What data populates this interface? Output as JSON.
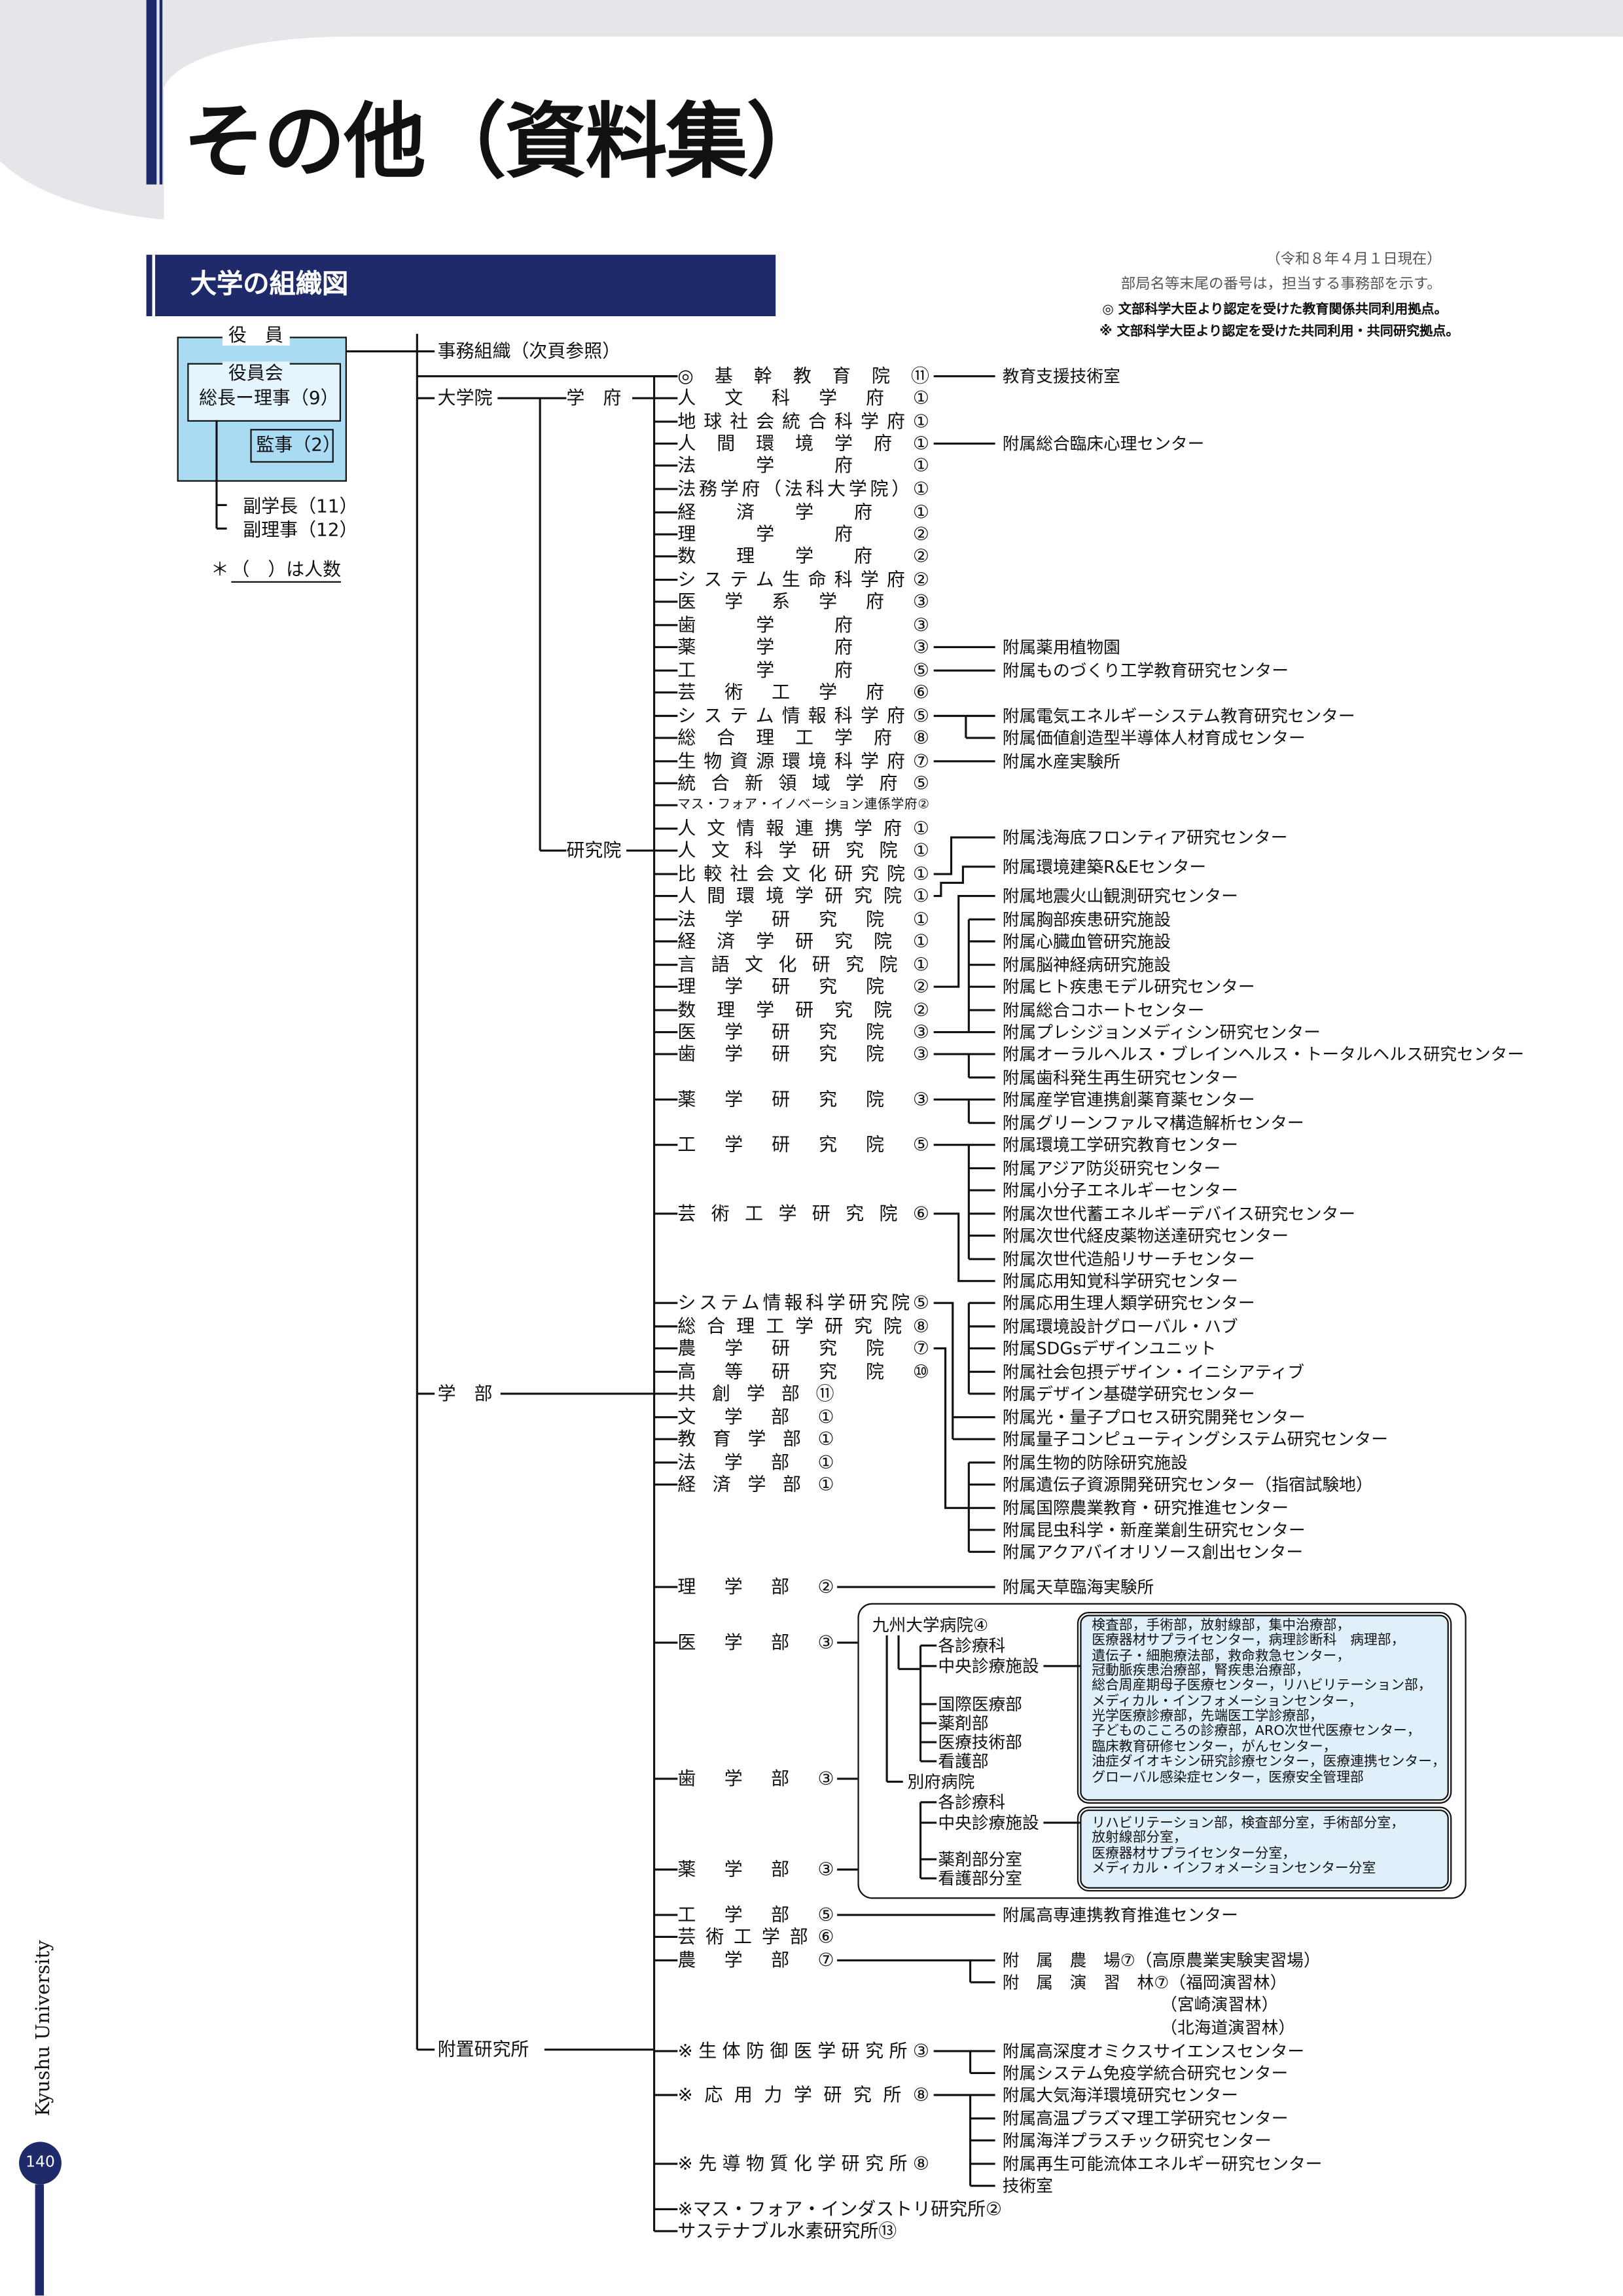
{
  "header": {
    "title": "その他（資料集）",
    "section_title": "大学の組織図",
    "side_label": "Kyushu University",
    "page_number": "140"
  },
  "notes": [
    "（令和８年４月１日現在）",
    "部局名等末尾の番号は，担当する事務部を示す。",
    "◎ 文部科学大臣より認定を受けた教育関係共同利用拠点。",
    "※ 文部科学大臣より認定を受けた共同利用・共同研究拠点。"
  ],
  "officers": {
    "label": "役　員",
    "board": "役員会",
    "president": "総長ー理事（9）",
    "auditor": "監事（2）",
    "vice_presidents": "副学長（11）",
    "vice_directors": "副理事（12）",
    "footnote_star": "＊",
    "footnote": "（　）は人数"
  },
  "branches": {
    "office_org": "事務組織（次頁参照）",
    "graduate": "大学院",
    "gakufu": "学　府",
    "kenkyuin": "研究院",
    "gakubu": "学　部",
    "institutes": "附置研究所"
  },
  "gakufu_items": [
    "◎基幹教育院⑪",
    "人文科学府①",
    "地球社会統合科学府①",
    "人間環境学府①",
    "法学府①",
    "法務学府（法科大学院）①",
    "経済学府①",
    "理学府②",
    "数理学府②",
    "システム生命科学府②",
    "医学系学府③",
    "歯学府③",
    "薬学府③",
    "工学府⑤",
    "芸術工学府⑥",
    "システム情報科学府⑤",
    "総合理工学府⑧",
    "生物資源環境科学府⑦",
    "統合新領域学府⑤",
    "マス・フォア・イノベーション連係学府②",
    "人文情報連携学府①"
  ],
  "kenkyuin_items": [
    "人文科学研究院①",
    "比較社会文化研究院①",
    "人間環境学研究院①",
    "法学研究院①",
    "経済学研究院①",
    "言語文化研究院①",
    "理学研究院②",
    "数理学研究院②",
    "医学研究院③",
    "歯学研究院③",
    "薬学研究院③",
    "工学研究院⑤",
    "芸術工学研究院⑥",
    "システム情報科学研究院⑤",
    "総合理工学研究院⑧",
    "農学研究院⑦",
    "高等研究院⑩"
  ],
  "gakubu_items": [
    "共創学部⑪",
    "文学部①",
    "教育学部①",
    "法学部①",
    "経済学部①",
    "理学部②",
    "医学部③",
    "歯学部③",
    "薬学部③",
    "工学部⑤",
    "芸術工学部⑥",
    "農学部⑦"
  ],
  "institute_items": [
    "※生体防御医学研究所③",
    "※応用力学研究所⑧",
    "※先導物質化学研究所⑧",
    "※マス・フォア・インダストリ研究所②",
    "サステナブル水素研究所⑬"
  ],
  "centers": [
    "教育支援技術室",
    "附属総合臨床心理センター",
    "附属薬用植物園",
    "附属ものづくり工学教育研究センター",
    "附属電気エネルギーシステム教育研究センター",
    "附属価値創造型半導体人材育成センター",
    "附属水産実験所",
    "附属浅海底フロンティア研究センター",
    "附属環境建築R&Eセンター",
    "附属地震火山観測研究センター",
    "附属胸部疾患研究施設",
    "附属心臓血管研究施設",
    "附属脳神経病研究施設",
    "附属ヒト疾患モデル研究センター",
    "附属総合コホートセンター",
    "附属プレシジョンメディシン研究センター",
    "附属オーラルヘルス・ブレインヘルス・トータルヘルス研究センター",
    "附属歯科発生再生研究センター",
    "附属産学官連携創薬育薬センター",
    "附属グリーンファルマ構造解析センター",
    "附属環境工学研究教育センター",
    "附属アジア防災研究センター",
    "附属小分子エネルギーセンター",
    "附属次世代蓄エネルギーデバイス研究センター",
    "附属次世代経皮薬物送達研究センター",
    "附属次世代造船リサーチセンター",
    "附属応用知覚科学研究センター",
    "附属応用生理人類学研究センター",
    "附属環境設計グローバル・ハブ",
    "附属SDGsデザインユニット",
    "附属社会包摂デザイン・イニシアティブ",
    "附属デザイン基礎学研究センター",
    "附属光・量子プロセス研究開発センター",
    "附属量子コンピューティングシステム研究センター",
    "附属生物的防除研究施設",
    "附属遺伝子資源開発研究センター（指宿試験地）",
    "附属国際農業教育・研究推進センター",
    "附属昆虫科学・新産業創生研究センター",
    "附属アクアバイオリソース創出センター",
    "附属天草臨海実験所",
    "附属高専連携教育推進センター",
    "附　属　農　場⑦（高原農業実験実習場）",
    "附　属　演　習　林⑦（福岡演習林）",
    "（宮崎演習林）",
    "（北海道演習林）",
    "附属高深度オミクスサイエンスセンター",
    "附属システム免疫学統合研究センター",
    "附属大気海洋環境研究センター",
    "附属高温プラズマ理工学研究センター",
    "附属海洋プラスチック研究センター",
    "附属再生可能流体エネルギー研究センター",
    "技術室"
  ],
  "hospital": {
    "main": "九州大学病院④",
    "main_units": [
      "各診療科",
      "中央診療施設",
      "国際医療部",
      "薬剤部",
      "医療技術部",
      "看護部"
    ],
    "main_central_detail": [
      "検査部，手術部，放射線部，集中治療部，",
      "医療器材サプライセンター，病理診断科　病理部，",
      "遺伝子・細胞療法部，救命救急センター，",
      "冠動脈疾患治療部，腎疾患治療部，",
      "総合周産期母子医療センター，リハビリテーション部，",
      "メディカル・インフォメーションセンター，",
      "光学医療診療部，先端医工学診療部，",
      "子どものこころの診療部，ARO次世代医療センター，",
      "臨床教育研修センター，がんセンター，",
      "油症ダイオキシン研究診療センター，医療連携センター，",
      "グローバル感染症センター，医療安全管理部"
    ],
    "beppu": "別府病院",
    "beppu_units": [
      "各診療科",
      "中央診療施設",
      "薬剤部分室",
      "看護部分室"
    ],
    "beppu_central_detail": [
      "リハビリテーション部，検査部分室，手術部分室，",
      "放射線部分室，",
      "医療器材サプライセンター分室，",
      "メディカル・インフォメーションセンター分室"
    ]
  },
  "colors": {
    "navy": "#1f2a6a",
    "officer_blue": "#a9dcf3",
    "detail_blue": "#dff0fa",
    "header_gray": "#e6e6ea"
  }
}
